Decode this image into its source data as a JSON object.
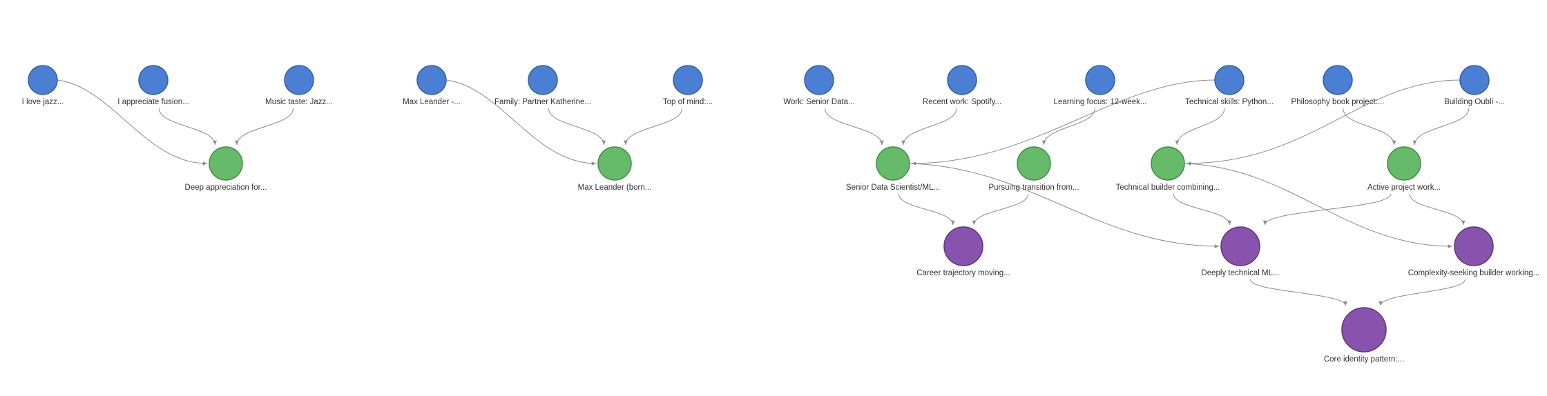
{
  "colors": {
    "observation": "#4a7fd4",
    "observation_stroke": "#2f5fa8",
    "belief": "#66bb6a",
    "belief_stroke": "#3e8e41",
    "insight": "#8853ad",
    "insight_stroke": "#5f3380",
    "edge": "#8a8a8a",
    "label": "#333333"
  },
  "nodes": [
    {
      "id": "n1",
      "kind": "observation",
      "label": "I love jazz..."
    },
    {
      "id": "n2",
      "kind": "observation",
      "label": "I appreciate fusion..."
    },
    {
      "id": "n3",
      "kind": "observation",
      "label": "Music taste: Jazz..."
    },
    {
      "id": "n4",
      "kind": "belief",
      "label": "Deep appreciation for..."
    },
    {
      "id": "n5",
      "kind": "observation",
      "label": "Max Leander -..."
    },
    {
      "id": "n6",
      "kind": "observation",
      "label": "Family: Partner Katherine..."
    },
    {
      "id": "n7",
      "kind": "observation",
      "label": "Top of mind:..."
    },
    {
      "id": "n8",
      "kind": "belief",
      "label": "Max Leander (born..."
    },
    {
      "id": "n9",
      "kind": "observation",
      "label": "Work: Senior Data..."
    },
    {
      "id": "n10",
      "kind": "observation",
      "label": "Recent work: Spotify..."
    },
    {
      "id": "n11",
      "kind": "observation",
      "label": "Learning focus: 12-week..."
    },
    {
      "id": "n12",
      "kind": "observation",
      "label": "Technical skills: Python..."
    },
    {
      "id": "n13",
      "kind": "observation",
      "label": "Philosophy book project:..."
    },
    {
      "id": "n14",
      "kind": "observation",
      "label": "Building Oubli -..."
    },
    {
      "id": "n15",
      "kind": "belief",
      "label": "Senior Data Scientist/ML..."
    },
    {
      "id": "n16",
      "kind": "belief",
      "label": "Pursuing transition from..."
    },
    {
      "id": "n17",
      "kind": "belief",
      "label": "Technical builder combining..."
    },
    {
      "id": "n18",
      "kind": "belief",
      "label": "Active project work..."
    },
    {
      "id": "n19",
      "kind": "insight",
      "label": "Career trajectory moving..."
    },
    {
      "id": "n20",
      "kind": "insight",
      "label": "Deeply technical ML..."
    },
    {
      "id": "n21",
      "kind": "insight",
      "label": "Complexity-seeking builder working..."
    },
    {
      "id": "n22",
      "kind": "insight",
      "label": "Core identity pattern:..."
    }
  ],
  "edges": [
    [
      "n1",
      "n4"
    ],
    [
      "n2",
      "n4"
    ],
    [
      "n3",
      "n4"
    ],
    [
      "n5",
      "n8"
    ],
    [
      "n6",
      "n8"
    ],
    [
      "n7",
      "n8"
    ],
    [
      "n9",
      "n15"
    ],
    [
      "n10",
      "n15"
    ],
    [
      "n12",
      "n15"
    ],
    [
      "n11",
      "n16"
    ],
    [
      "n12",
      "n17"
    ],
    [
      "n14",
      "n17"
    ],
    [
      "n13",
      "n18"
    ],
    [
      "n14",
      "n18"
    ],
    [
      "n15",
      "n19"
    ],
    [
      "n16",
      "n19"
    ],
    [
      "n15",
      "n20"
    ],
    [
      "n17",
      "n20"
    ],
    [
      "n18",
      "n20"
    ],
    [
      "n17",
      "n21"
    ],
    [
      "n18",
      "n21"
    ],
    [
      "n20",
      "n22"
    ],
    [
      "n21",
      "n22"
    ]
  ]
}
